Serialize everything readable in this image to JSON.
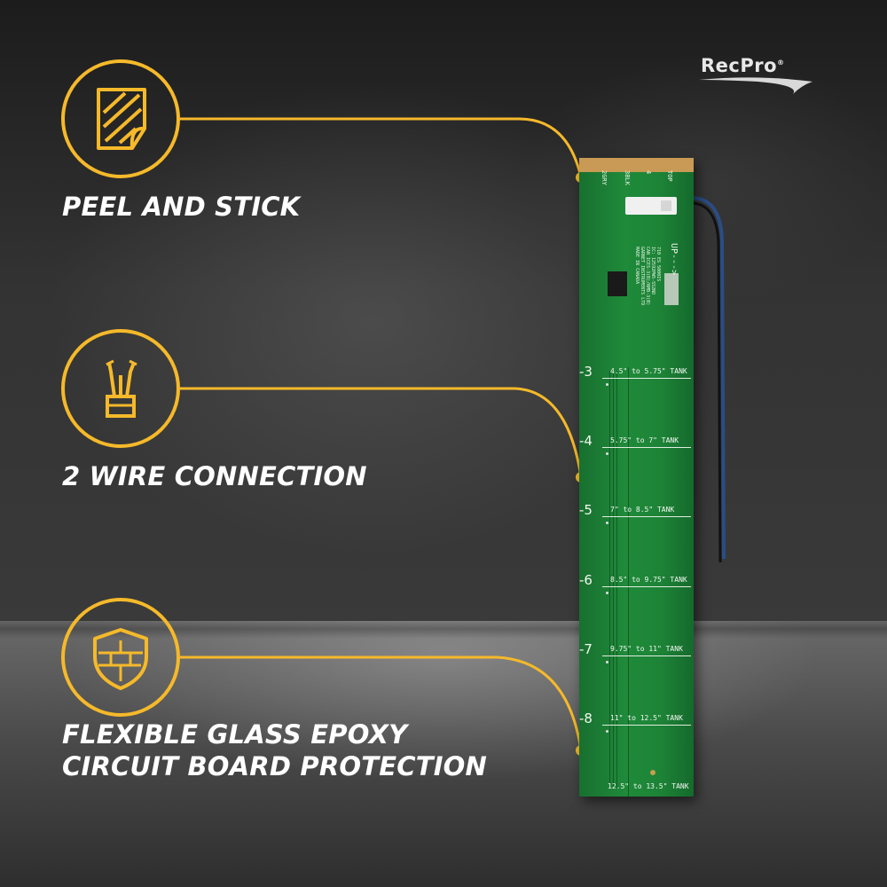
{
  "brand": {
    "name": "RecPro",
    "registered_mark": "®"
  },
  "accent_color": "#f5b92a",
  "features": [
    {
      "label": "PEEL AND STICK",
      "icon": "peel-sticker-icon"
    },
    {
      "label": "2 WIRE CONNECTION",
      "icon": "wire-bundle-icon"
    },
    {
      "label": "FLEXIBLE GLASS EPOXY",
      "label_line2": "CIRCUIT BOARD PROTECTION",
      "icon": "shield-icon"
    }
  ],
  "board": {
    "pin_labels": [
      "2GRY",
      "3BLK",
      "4",
      "TOP"
    ],
    "print_lines": [
      "710 ES 5000IS",
      "IC: 12592PW5-SS2ND",
      "CAN ICES-3(B)/NMB-3(B)",
      "GARNET INSTRUMENTS LTD",
      "MADE IN CANADA"
    ],
    "up_mark": "UP--->",
    "levels": [
      {
        "num": "-3",
        "text": "4.5\" to 5.75\" TANK"
      },
      {
        "num": "-4",
        "text": "5.75\" to 7\" TANK"
      },
      {
        "num": "-5",
        "text": "7\" to 8.5\" TANK"
      },
      {
        "num": "-6",
        "text": "8.5\" to 9.75\" TANK"
      },
      {
        "num": "-7",
        "text": "9.75\" to 11\" TANK"
      },
      {
        "num": "-8",
        "text": "11\" to 12.5\" TANK"
      },
      {
        "num": "",
        "text": "12.5\" to 13.5\" TANK"
      }
    ]
  }
}
